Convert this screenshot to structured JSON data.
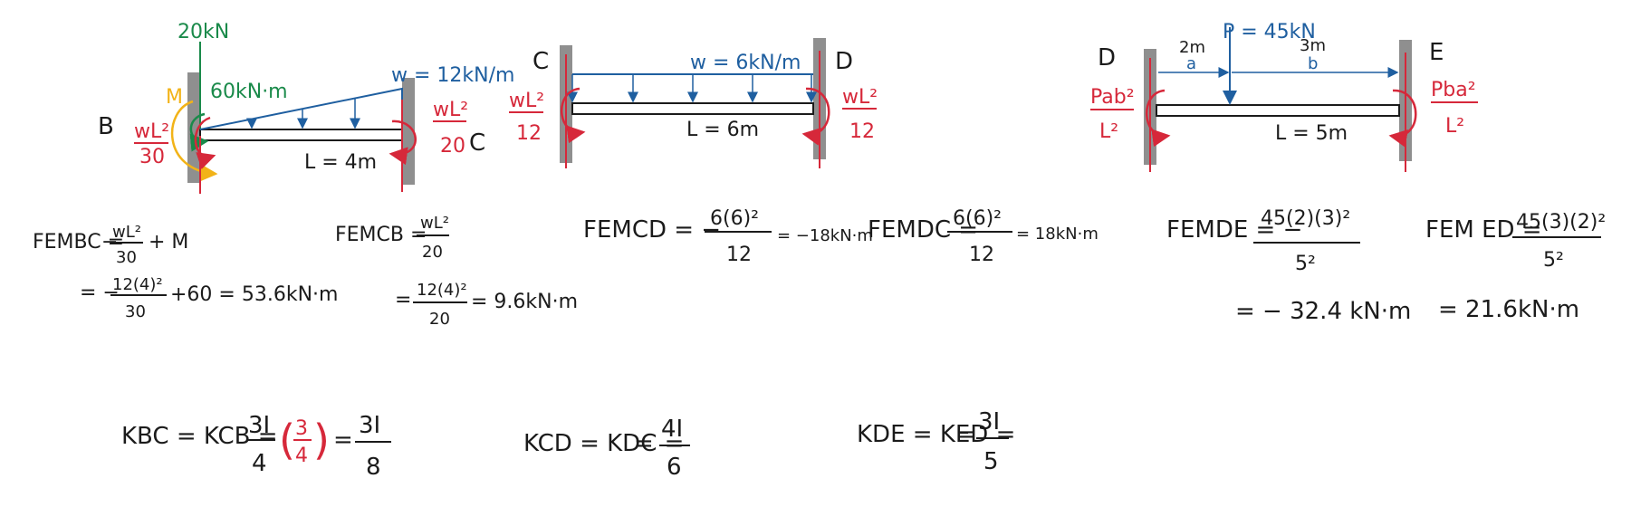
{
  "beam_bc": {
    "point_load": "20kN",
    "moment_letter": "M",
    "moment_value": "60kN·m",
    "distributed_load": "w = 12kN/m",
    "left_node": "B",
    "right_node": "C",
    "span_label": "L = 4m",
    "left_fem_num": "wL²",
    "left_fem_den": "30",
    "right_fem_num": "wL²",
    "right_fem_den": "20"
  },
  "beam_cd": {
    "left_node": "C",
    "right_node": "D",
    "distributed_load": "w = 6kN/m",
    "span_label": "L = 6m",
    "left_fem_num": "wL²",
    "left_fem_den": "12",
    "right_fem_num": "wL²",
    "right_fem_den": "12"
  },
  "beam_de": {
    "left_node": "D",
    "right_node": "E",
    "point_load": "P = 45kN",
    "dist_a_value": "2m",
    "dist_a_letter": "a",
    "dist_b_value": "3m",
    "dist_b_letter": "b",
    "span_label": "L = 5m",
    "left_fem_num": "Pab²",
    "left_fem_den": "L²",
    "right_fem_num": "Pba²",
    "right_fem_den": "L²"
  },
  "equations": {
    "fem_bc_label": "FEMBC =",
    "fem_bc_line1_num": "wL²",
    "fem_bc_line1_den": "30",
    "fem_bc_line1_tail": "+ M",
    "fem_bc_line2_num": "12(4)²",
    "fem_bc_line2_den": "30",
    "fem_bc_line2_tail": "+60 = 53.6kN·m",
    "fem_cb_label": "FEMCB =",
    "fem_cb_line1_num": "wL²",
    "fem_cb_line1_den": "20",
    "fem_cb_line2_num": "12(4)²",
    "fem_cb_line2_den": "20",
    "fem_cb_line2_tail": "= 9.6kN·m",
    "fem_cd_label": "FEMCD = −",
    "fem_cd_num": "6(6)²",
    "fem_cd_den": "12",
    "fem_cd_tail": "= −18kN·m",
    "fem_dc_label": "FEMDC =",
    "fem_dc_num": "6(6)²",
    "fem_dc_den": "12",
    "fem_dc_tail": "= 18kN·m",
    "fem_de_label": "FEMDE = −",
    "fem_de_num": "45(2)(3)²",
    "fem_de_den": "5²",
    "fem_de_result": "= − 32.4 kN·m",
    "fem_ed_label": "FEM ED =",
    "fem_ed_num": "45(3)(2)²",
    "fem_ed_den": "5²",
    "fem_ed_result": "= 21.6kN·m"
  },
  "stiffness": {
    "k_bc_label": "KBC = KCB =",
    "k_bc_num": "3I",
    "k_bc_den": "4",
    "k_bc_factor_num": "3",
    "k_bc_factor_den": "4",
    "k_bc_res_num": "3I",
    "k_bc_res_den": "8",
    "k_cd_label": "KCD = KDC =",
    "k_cd_num": "4I",
    "k_cd_den": "6",
    "k_de_label": "KDE = KED =",
    "k_de_num": "3I",
    "k_de_den": "5"
  },
  "colors": {
    "ink": "#1b1b1b",
    "green": "#1a8a4a",
    "blue": "#1f5fa0",
    "red": "#d6283a",
    "yellow": "#f2b318",
    "wall": "#8f8f8f"
  }
}
